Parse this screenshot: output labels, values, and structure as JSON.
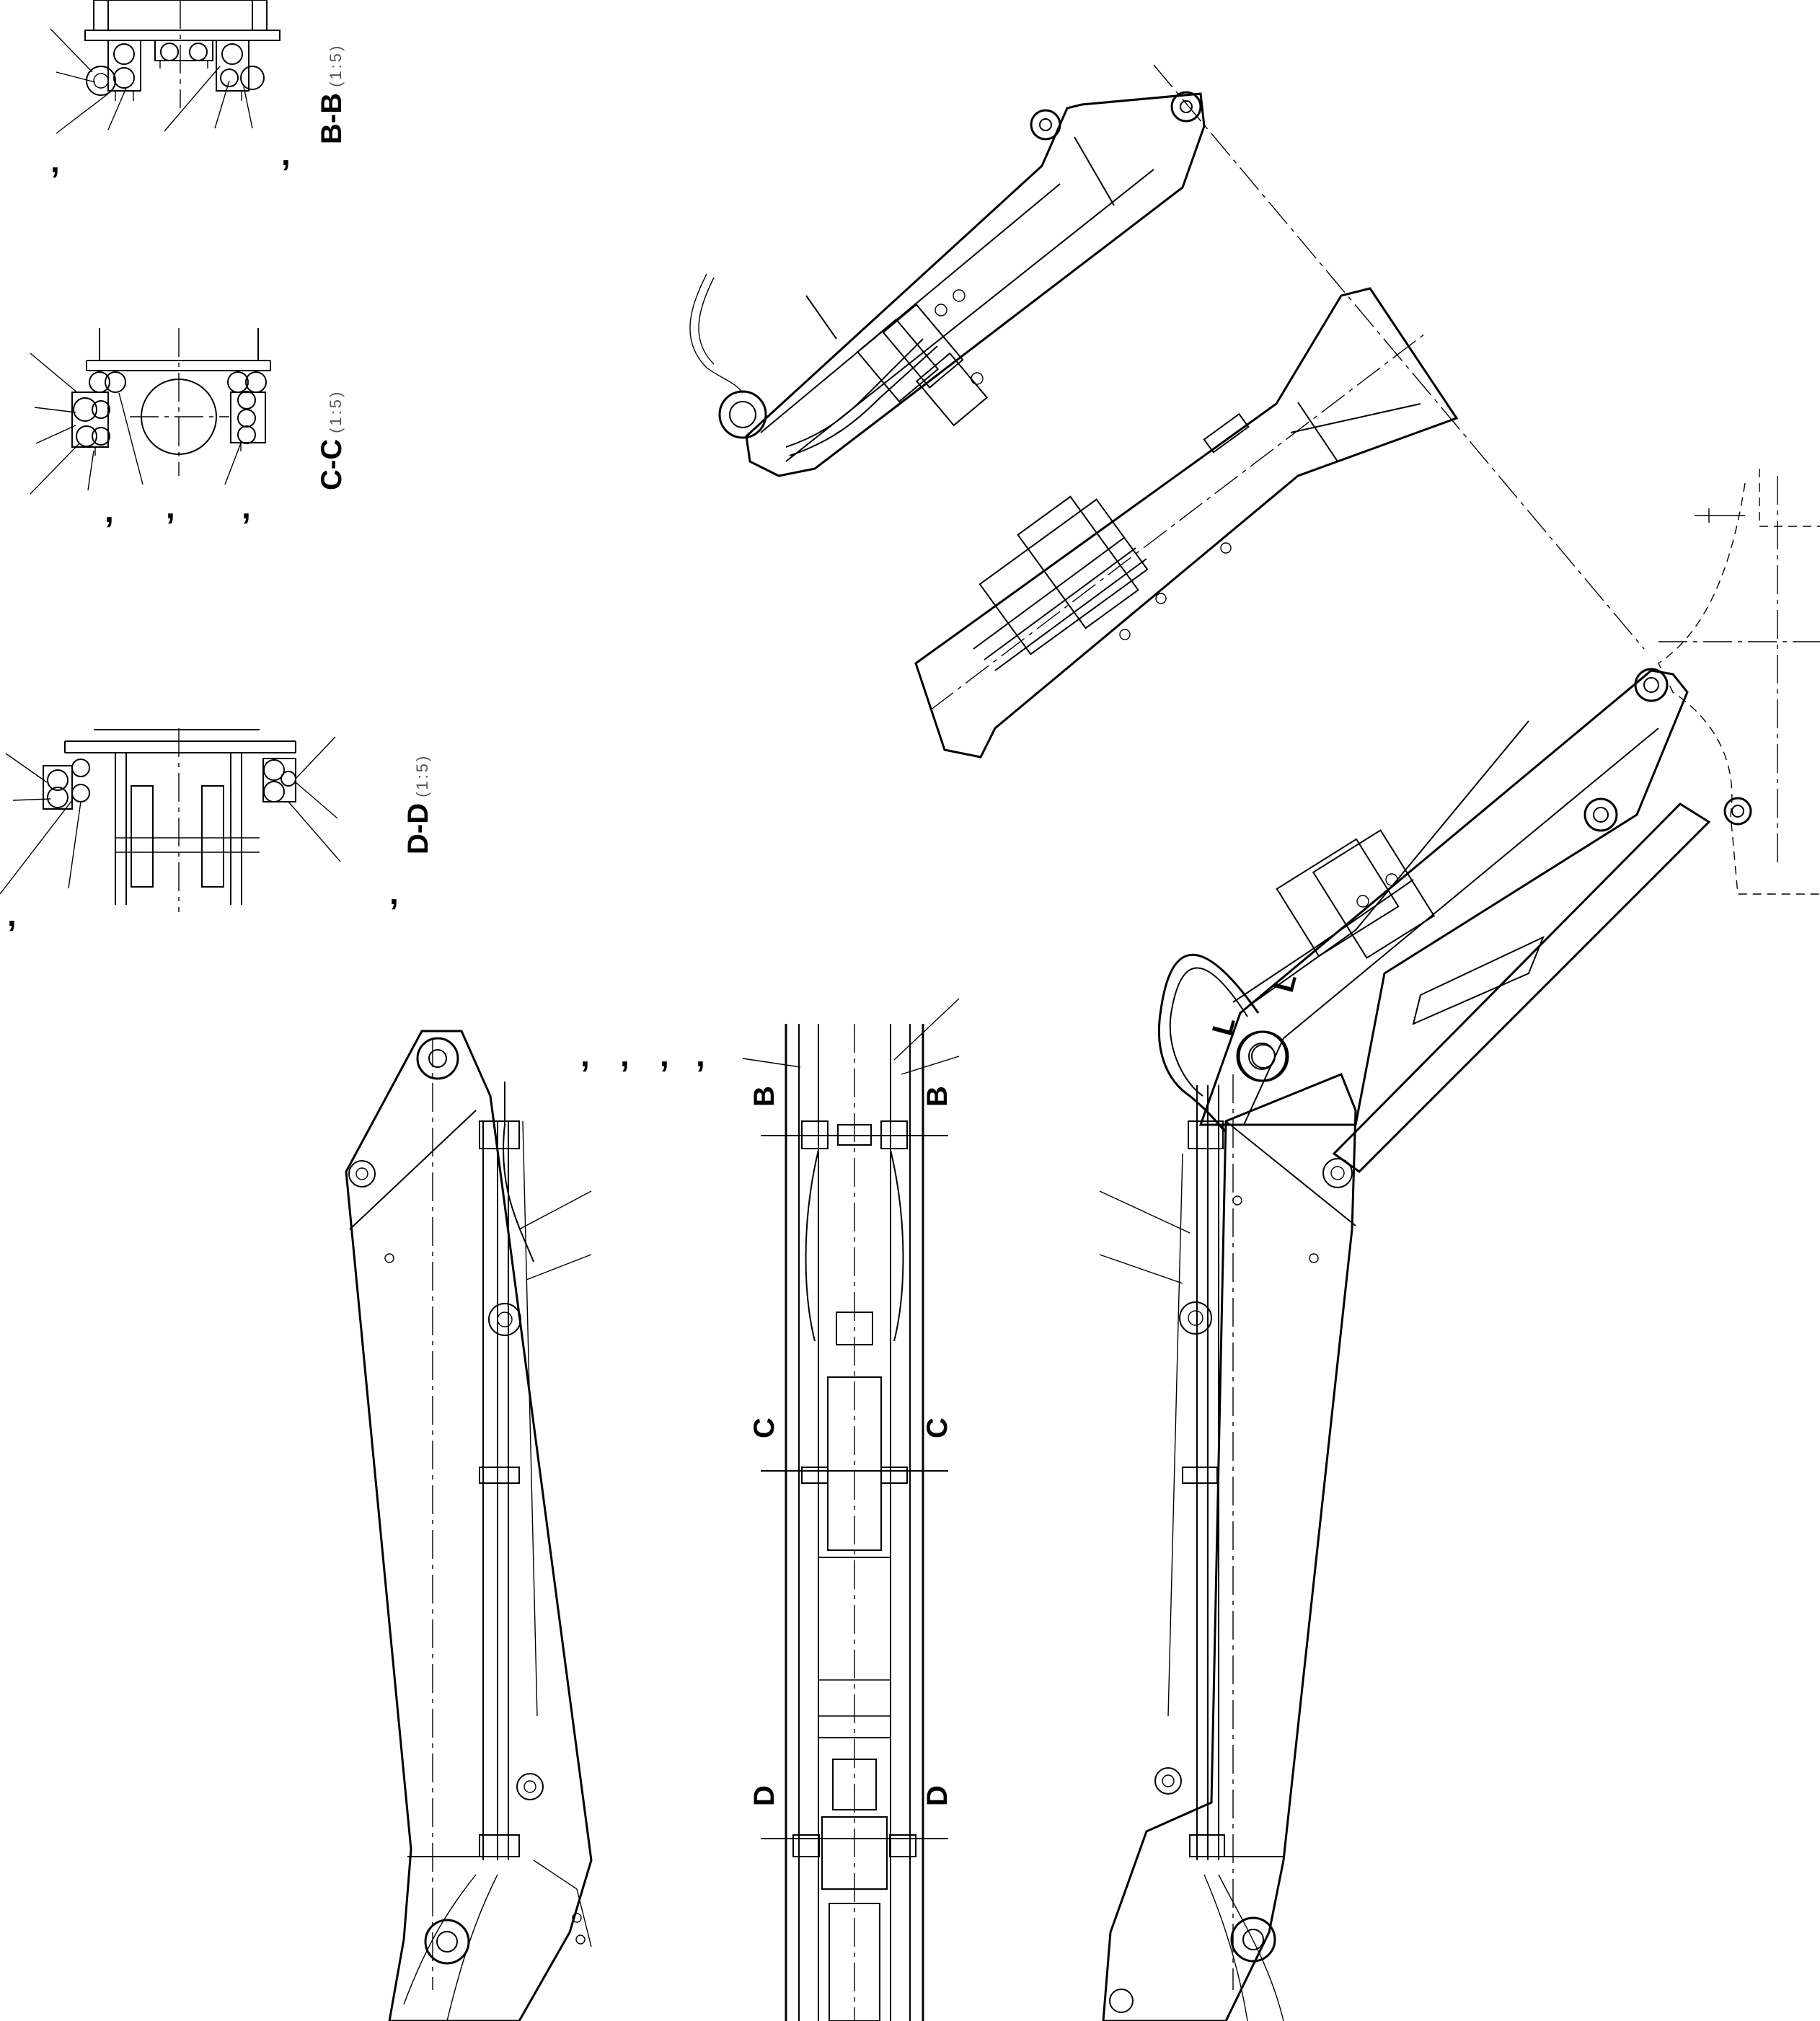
{
  "sections": {
    "bb": {
      "label": "B-B",
      "scale": "(1:5)"
    },
    "cc": {
      "label": "C-C",
      "scale": "(1:5)"
    },
    "dd": {
      "label": "D-D",
      "scale": "(1:5)"
    }
  },
  "cut_marks": {
    "b": "B",
    "c": "C",
    "d": "D"
  },
  "detail_marks": {
    "l1": "L",
    "l2": "L"
  },
  "stray_marks": {
    "comma": ","
  }
}
